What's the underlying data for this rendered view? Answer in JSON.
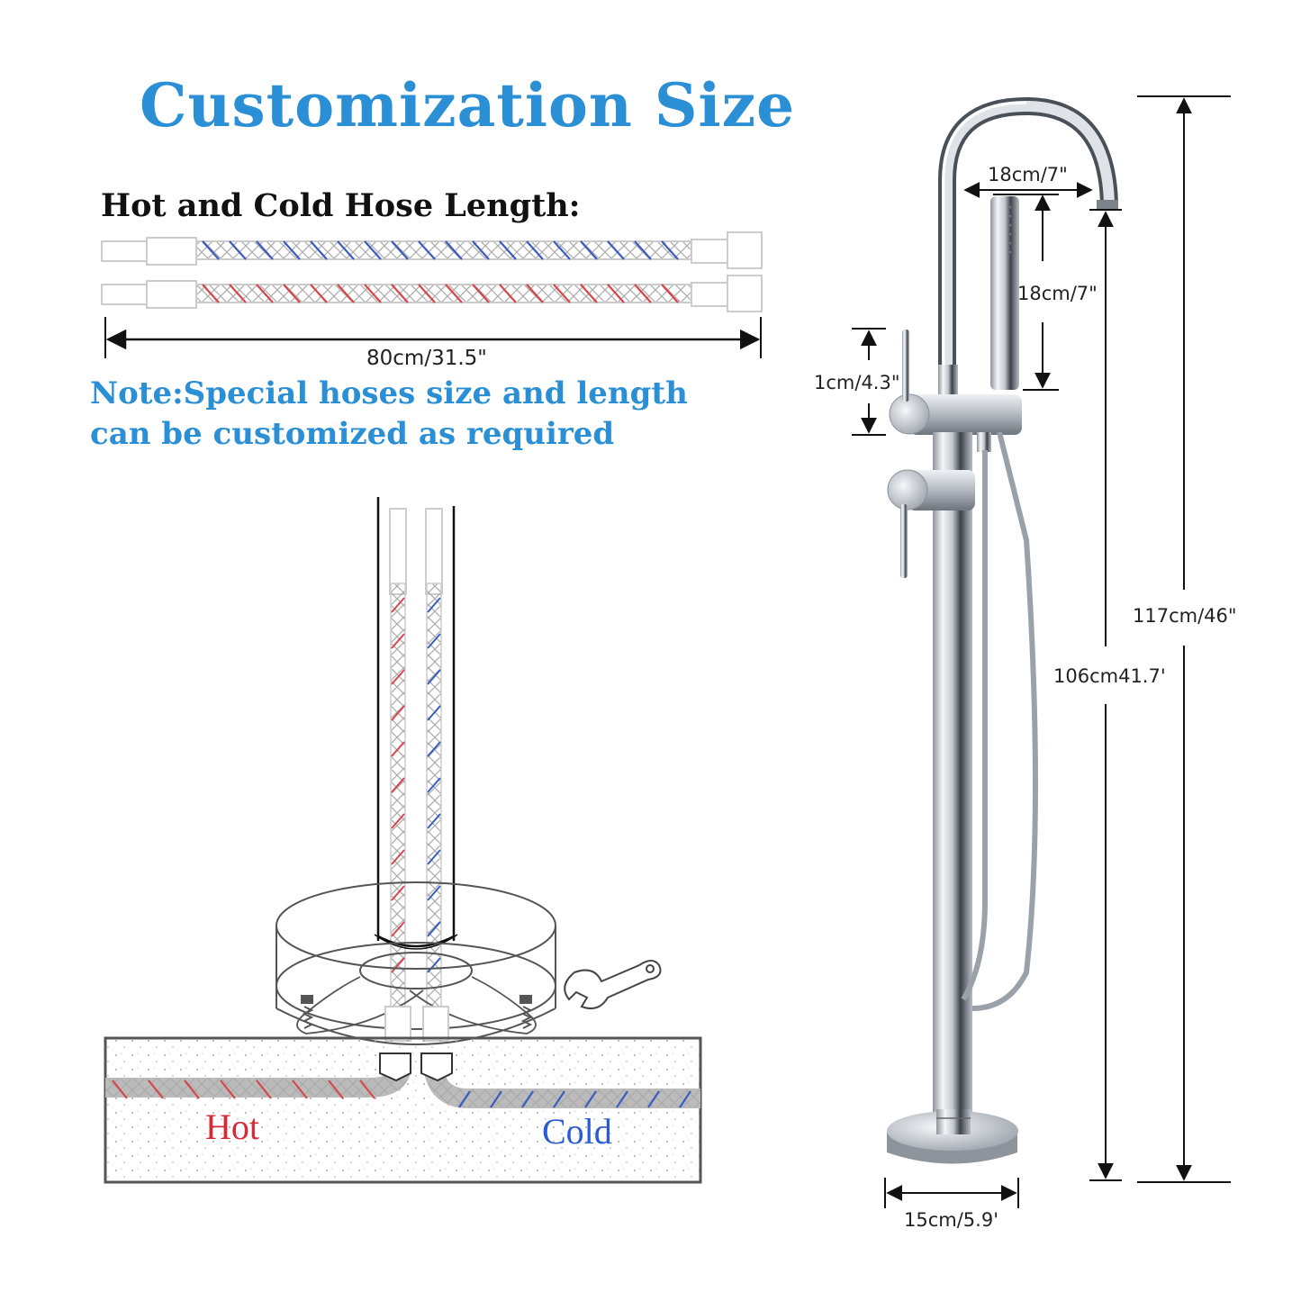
{
  "header": {
    "title": "Customization Size",
    "subtitle": "Hot and Cold Hose Length:"
  },
  "hose_section": {
    "length_label": "80cm/31.5\"",
    "note_line1": "Note:Special hoses size and length",
    "note_line2": "can be customized as required",
    "hot_color": "#d8454a",
    "cold_color": "#3b5bbf"
  },
  "install_diagram": {
    "hot_label": "Hot",
    "cold_label": "Cold",
    "icons": [
      "wrench-icon",
      "mounting-base",
      "floor-slab"
    ]
  },
  "faucet_dimensions": {
    "spout_reach": "18cm/7\"",
    "handshower_height": "18cm/7\"",
    "handle_height": "1cm/4.3\"",
    "spout_height": "106cm41.7'",
    "total_height": "117cm/46\"",
    "base_diameter": "15cm/5.9'"
  },
  "colors": {
    "accent_blue": "#2a8fd4",
    "text_dark": "#111111",
    "chrome": "#b9bfc6"
  }
}
